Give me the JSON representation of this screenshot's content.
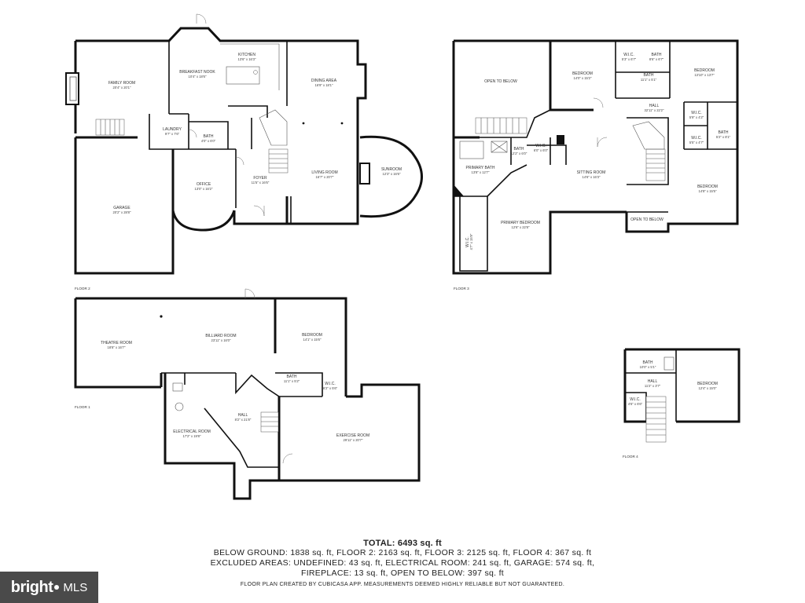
{
  "floors": {
    "floor2": {
      "label": "FLOOR 2",
      "rooms": [
        {
          "id": "family-room",
          "name": "FAMILY ROOM",
          "dim": "20'4\" x 20'1\""
        },
        {
          "id": "breakfast-nook",
          "name": "BREAKFAST NOOK",
          "dim": "10'4\" x 18'6\""
        },
        {
          "id": "kitchen",
          "name": "KITCHEN",
          "dim": "13'6\" x 16'3\""
        },
        {
          "id": "dining-area",
          "name": "DINING AREA",
          "dim": "16'9\" x 18'1\""
        },
        {
          "id": "laundry",
          "name": "LAUNDRY",
          "dim": "9'7\" x 7'6\""
        },
        {
          "id": "bath",
          "name": "BATH",
          "dim": "4'0\" x 6'0\""
        },
        {
          "id": "garage",
          "name": "GARAGE",
          "dim": "20'2\" x 28'8\""
        },
        {
          "id": "office",
          "name": "OFFICE",
          "dim": "13'0\" x 16'2\""
        },
        {
          "id": "foyer",
          "name": "FOYER",
          "dim": "11'5\" x 16'6\""
        },
        {
          "id": "living-room",
          "name": "LIVING ROOM",
          "dim": "16'7\" x 20'7\""
        },
        {
          "id": "sunroom",
          "name": "SUNROOM",
          "dim": "12'3\" x 16'6\""
        }
      ]
    },
    "floor3": {
      "label": "FLOOR 3",
      "rooms": [
        {
          "id": "open-to-below-1",
          "name": "OPEN TO BELOW",
          "dim": ""
        },
        {
          "id": "bedroom-a",
          "name": "BEDROOM",
          "dim": "14'0\" x 15'2\""
        },
        {
          "id": "wic-a",
          "name": "W.I.C.",
          "dim": "5'3\" x 6'7\""
        },
        {
          "id": "bath-a",
          "name": "BATH",
          "dim": "8'6\" x 6'7\""
        },
        {
          "id": "bedroom-b",
          "name": "BEDROOM",
          "dim": "13'10\" x 13'7\""
        },
        {
          "id": "bath-b",
          "name": "BATH",
          "dim": "11'1\" x 5'1\""
        },
        {
          "id": "hall-3",
          "name": "HALL",
          "dim": "32'11\" x 22'2\""
        },
        {
          "id": "wic-b",
          "name": "W.I.C.",
          "dim": "5'9\" x 4'2\""
        },
        {
          "id": "wic-c",
          "name": "W.I.C.",
          "dim": "5'5\" x 4'7\""
        },
        {
          "id": "bath-c",
          "name": "BATH",
          "dim": "5'2\" x 8'1\""
        },
        {
          "id": "primary-bath",
          "name": "PRIMARY BATH",
          "dim": "13'8\" x 12'7\""
        },
        {
          "id": "bath-d",
          "name": "BATH",
          "dim": "12'2\" x 6'0\""
        },
        {
          "id": "wic-d",
          "name": "W.I.C.",
          "dim": "6'0\" x 6'0\""
        },
        {
          "id": "sitting-room",
          "name": "SITTING ROOM",
          "dim": "14'6\" x 16'3\""
        },
        {
          "id": "bedroom-c",
          "name": "BEDROOM",
          "dim": "14'8\" x 15'5\""
        },
        {
          "id": "wic-e",
          "name": "W.I.C.",
          "dim": "4'7\" x 15'9\""
        },
        {
          "id": "primary-bedroom",
          "name": "PRIMARY BEDROOM",
          "dim": "12'6\" x 22'8\""
        },
        {
          "id": "open-to-below-2",
          "name": "OPEN TO BELOW",
          "dim": ""
        }
      ]
    },
    "floor1": {
      "label": "FLOOR 1",
      "rooms": [
        {
          "id": "theatre-room",
          "name": "THEATRE ROOM",
          "dim": "18'8\" x 16'7\""
        },
        {
          "id": "billiard-room",
          "name": "BILLIARD ROOM",
          "dim": "23'11\" x 16'0\""
        },
        {
          "id": "bedroom-f1",
          "name": "BEDROOM",
          "dim": "14'1\" x 15'6\""
        },
        {
          "id": "bath-f1",
          "name": "BATH",
          "dim": "11'1\" x 5'2\""
        },
        {
          "id": "wic-f1",
          "name": "W.I.C.",
          "dim": "6'2\" x 5'6\""
        },
        {
          "id": "hall-f1",
          "name": "HALL",
          "dim": "8'2\" x 21'8\""
        },
        {
          "id": "electrical-room",
          "name": "ELECTRICAL ROOM",
          "dim": "17'2\" x 19'8\""
        },
        {
          "id": "exercise-room",
          "name": "EXERCISE ROOM",
          "dim": "29'11\" x 20'7\""
        }
      ]
    },
    "floor4": {
      "label": "FLOOR 4",
      "rooms": [
        {
          "id": "bath-f4",
          "name": "BATH",
          "dim": "10'0\" x 5'1\""
        },
        {
          "id": "hall-f4",
          "name": "HALL",
          "dim": "11'2\" x 3'7\""
        },
        {
          "id": "wic-f4",
          "name": "W.I.C.",
          "dim": "4'6\" x 6'6\""
        },
        {
          "id": "bedroom-f4",
          "name": "BEDROOM",
          "dim": "12'4\" x 15'0\""
        }
      ]
    }
  },
  "summary": {
    "total": "TOTAL: 6493 sq. ft",
    "line1": "BELOW GROUND: 1838 sq. ft, FLOOR 2: 2163 sq. ft, FLOOR 3: 2125 sq. ft, FLOOR 4: 367 sq. ft",
    "line2": "EXCLUDED AREAS: UNDEFINED: 43 sq. ft, ELECTRICAL ROOM: 241 sq. ft, GARAGE: 574 sq. ft,",
    "line3": "FIREPLACE: 13 sq. ft, OPEN TO BELOW: 397 sq. ft",
    "disclaimer": "FLOOR PLAN CREATED BY CUBICASA APP. MEASUREMENTS DEEMED HIGHLY RELIABLE BUT NOT GUARANTEED."
  },
  "brand": {
    "name": "bright",
    "suffix": "MLS"
  }
}
